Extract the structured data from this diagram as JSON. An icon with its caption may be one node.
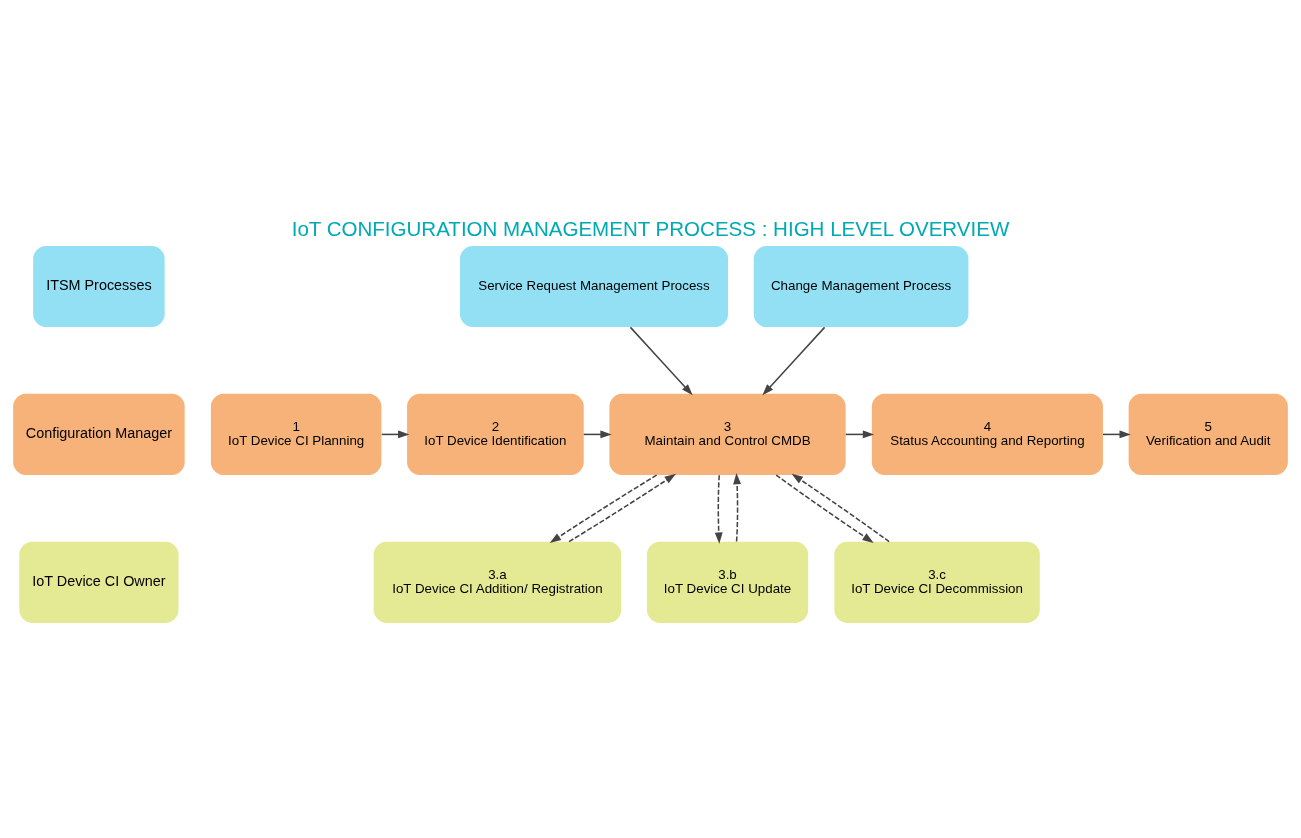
{
  "diagram": {
    "title": "IoT CONFIGURATION MANAGEMENT PROCESS : HIGH LEVEL OVERVIEW",
    "nodes": [
      {
        "text": [
          "ITSM Processes"
        ]
      },
      {
        "text": [
          "Configuration Manager"
        ]
      },
      {
        "text": [
          "IoT Device CI Owner"
        ]
      },
      {
        "text": [
          "Service Request Management Process"
        ]
      },
      {
        "text": [
          "Change Management Process"
        ]
      },
      {
        "text": [
          "1",
          "IoT Device CI Planning"
        ]
      },
      {
        "text": [
          "2",
          "IoT Device Identification"
        ]
      },
      {
        "text": [
          "3",
          "Maintain and Control CMDB"
        ]
      },
      {
        "text": [
          "4",
          "Status Accounting and Reporting"
        ]
      },
      {
        "text": [
          "5",
          "Verification and Audit"
        ]
      },
      {
        "text": [
          "3.a",
          "IoT Device CI Addition/ Registration"
        ]
      },
      {
        "text": [
          "3.b",
          "IoT Device CI Update"
        ]
      },
      {
        "text": [
          "3.c",
          "IoT Device CI Decommission"
        ]
      }
    ],
    "edges": [
      {
        "from": 3,
        "to": 7,
        "arrow": "to"
      },
      {
        "from": 4,
        "to": 7,
        "arrow": "to"
      },
      {
        "from": 5,
        "to": 6,
        "arrow": "to"
      },
      {
        "from": 6,
        "to": 7,
        "arrow": "to"
      },
      {
        "from": 7,
        "to": 8,
        "arrow": "to"
      },
      {
        "from": 8,
        "to": 9,
        "arrow": "to"
      },
      {
        "from": 7,
        "to": 10,
        "arrow": "to",
        "style": "dashed"
      },
      {
        "from": 10,
        "to": 7,
        "arrow": "to",
        "style": "dashed"
      },
      {
        "from": 7,
        "to": 11,
        "arrow": "to",
        "style": "dashed"
      },
      {
        "from": 11,
        "to": 7,
        "arrow": "to",
        "style": "dashed"
      },
      {
        "from": 7,
        "to": 12,
        "arrow": "to",
        "style": "dashed"
      },
      {
        "from": 12,
        "to": 7,
        "arrow": "to",
        "style": "dashed"
      }
    ]
  }
}
